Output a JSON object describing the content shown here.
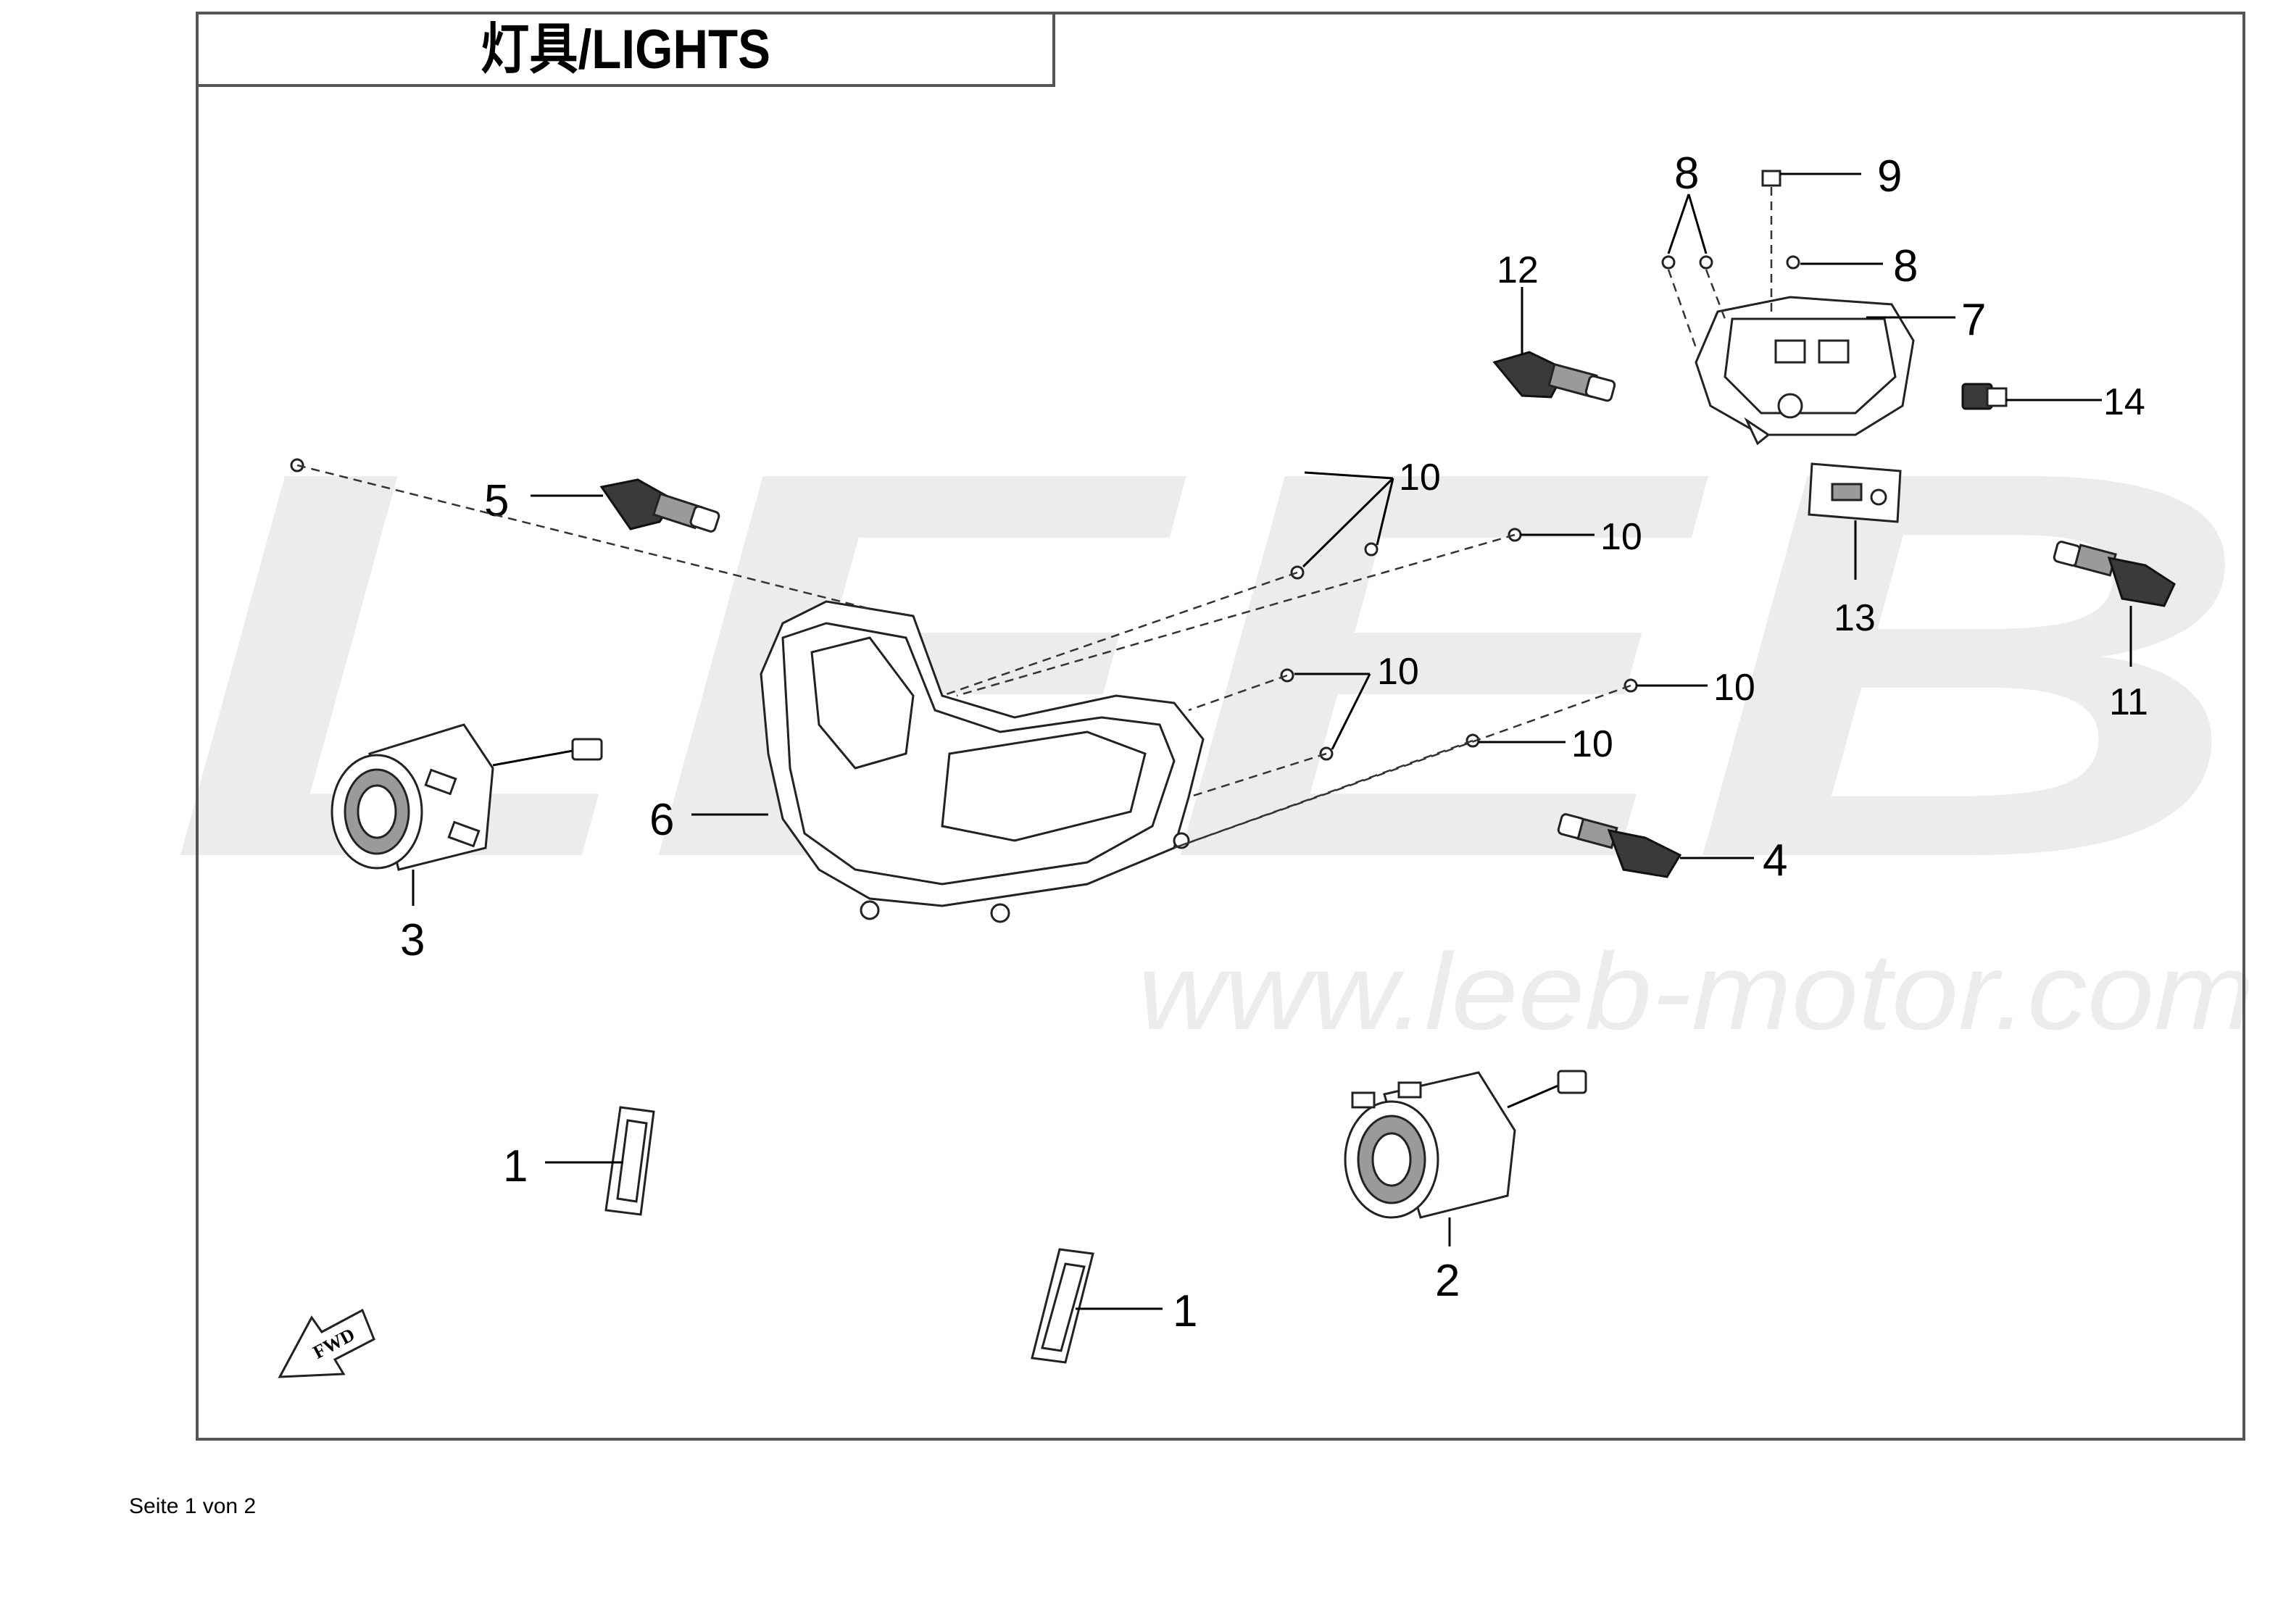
{
  "title": "灯具/LIGHTS",
  "watermark": {
    "brand": "LEEB",
    "url": "www.leeb-motor.com"
  },
  "footer": "Seite 1 von 2",
  "fwd_label": "FWD",
  "callouts": {
    "c1a": "1",
    "c1b": "1",
    "c2": "2",
    "c3": "3",
    "c4": "4",
    "c5": "5",
    "c6": "6",
    "c7": "7",
    "c8a": "8",
    "c8b": "8",
    "c9": "9",
    "c10a": "10",
    "c10b": "10",
    "c10c": "10",
    "c10d": "10",
    "c10e": "10",
    "c11": "11",
    "c12": "12",
    "c13": "13",
    "c14": "14"
  },
  "parts": [
    {
      "callout": "1",
      "name": "reflector"
    },
    {
      "callout": "2",
      "name": "fog-lamp"
    },
    {
      "callout": "3",
      "name": "fog-lamp"
    },
    {
      "callout": "4",
      "name": "turn-signal"
    },
    {
      "callout": "5",
      "name": "turn-signal"
    },
    {
      "callout": "6",
      "name": "headlight"
    },
    {
      "callout": "7",
      "name": "tail-light"
    },
    {
      "callout": "8",
      "name": "screw"
    },
    {
      "callout": "9",
      "name": "clip"
    },
    {
      "callout": "10",
      "name": "screw"
    },
    {
      "callout": "11",
      "name": "turn-signal"
    },
    {
      "callout": "12",
      "name": "turn-signal"
    },
    {
      "callout": "13",
      "name": "license-plate-light"
    },
    {
      "callout": "14",
      "name": "relay"
    }
  ]
}
